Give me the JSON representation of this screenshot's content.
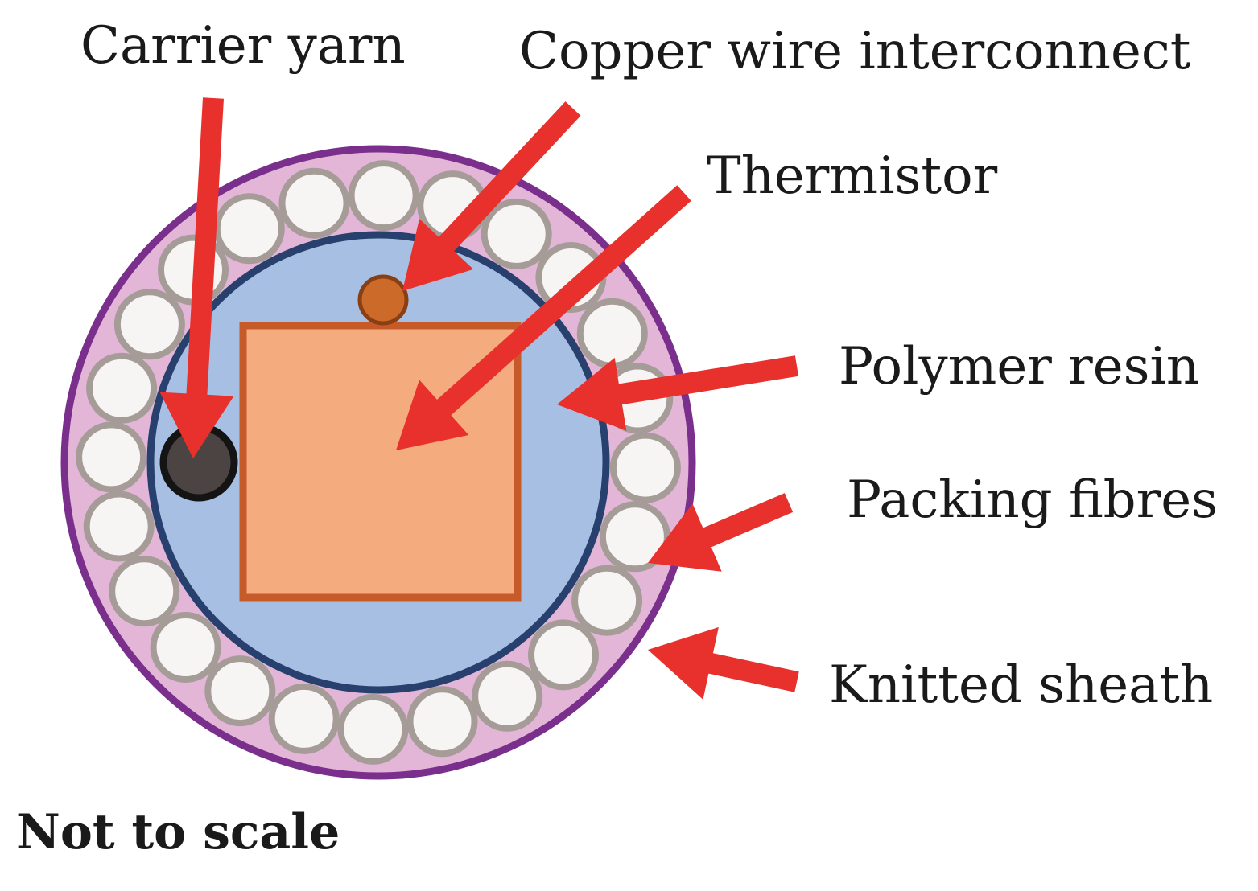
{
  "labels": {
    "carrier_yarn": "Carrier yarn",
    "copper_wire": "Copper wire interconnect",
    "thermistor": "Thermistor",
    "polymer_resin": "Polymer resin",
    "packing_fibres": "Packing fibres",
    "knitted_sheath": "Knitted sheath"
  },
  "note": "Not to scale",
  "colors": {
    "sheath_fill": "#e3b6d8",
    "sheath_stroke": "#7a2f8c",
    "fibre_fill": "#f7f5f4",
    "fibre_stroke": "#a59c98",
    "resin_fill": "#a7bfe2",
    "resin_stroke": "#27406e",
    "thermistor_fill": "#f4ab7e",
    "thermistor_stroke": "#c65a28",
    "copper_fill": "#cc6a2a",
    "copper_stroke": "#8a3f13",
    "carrier_fill": "#4c4442",
    "carrier_stroke": "#141414",
    "arrow": "#e8302c"
  }
}
